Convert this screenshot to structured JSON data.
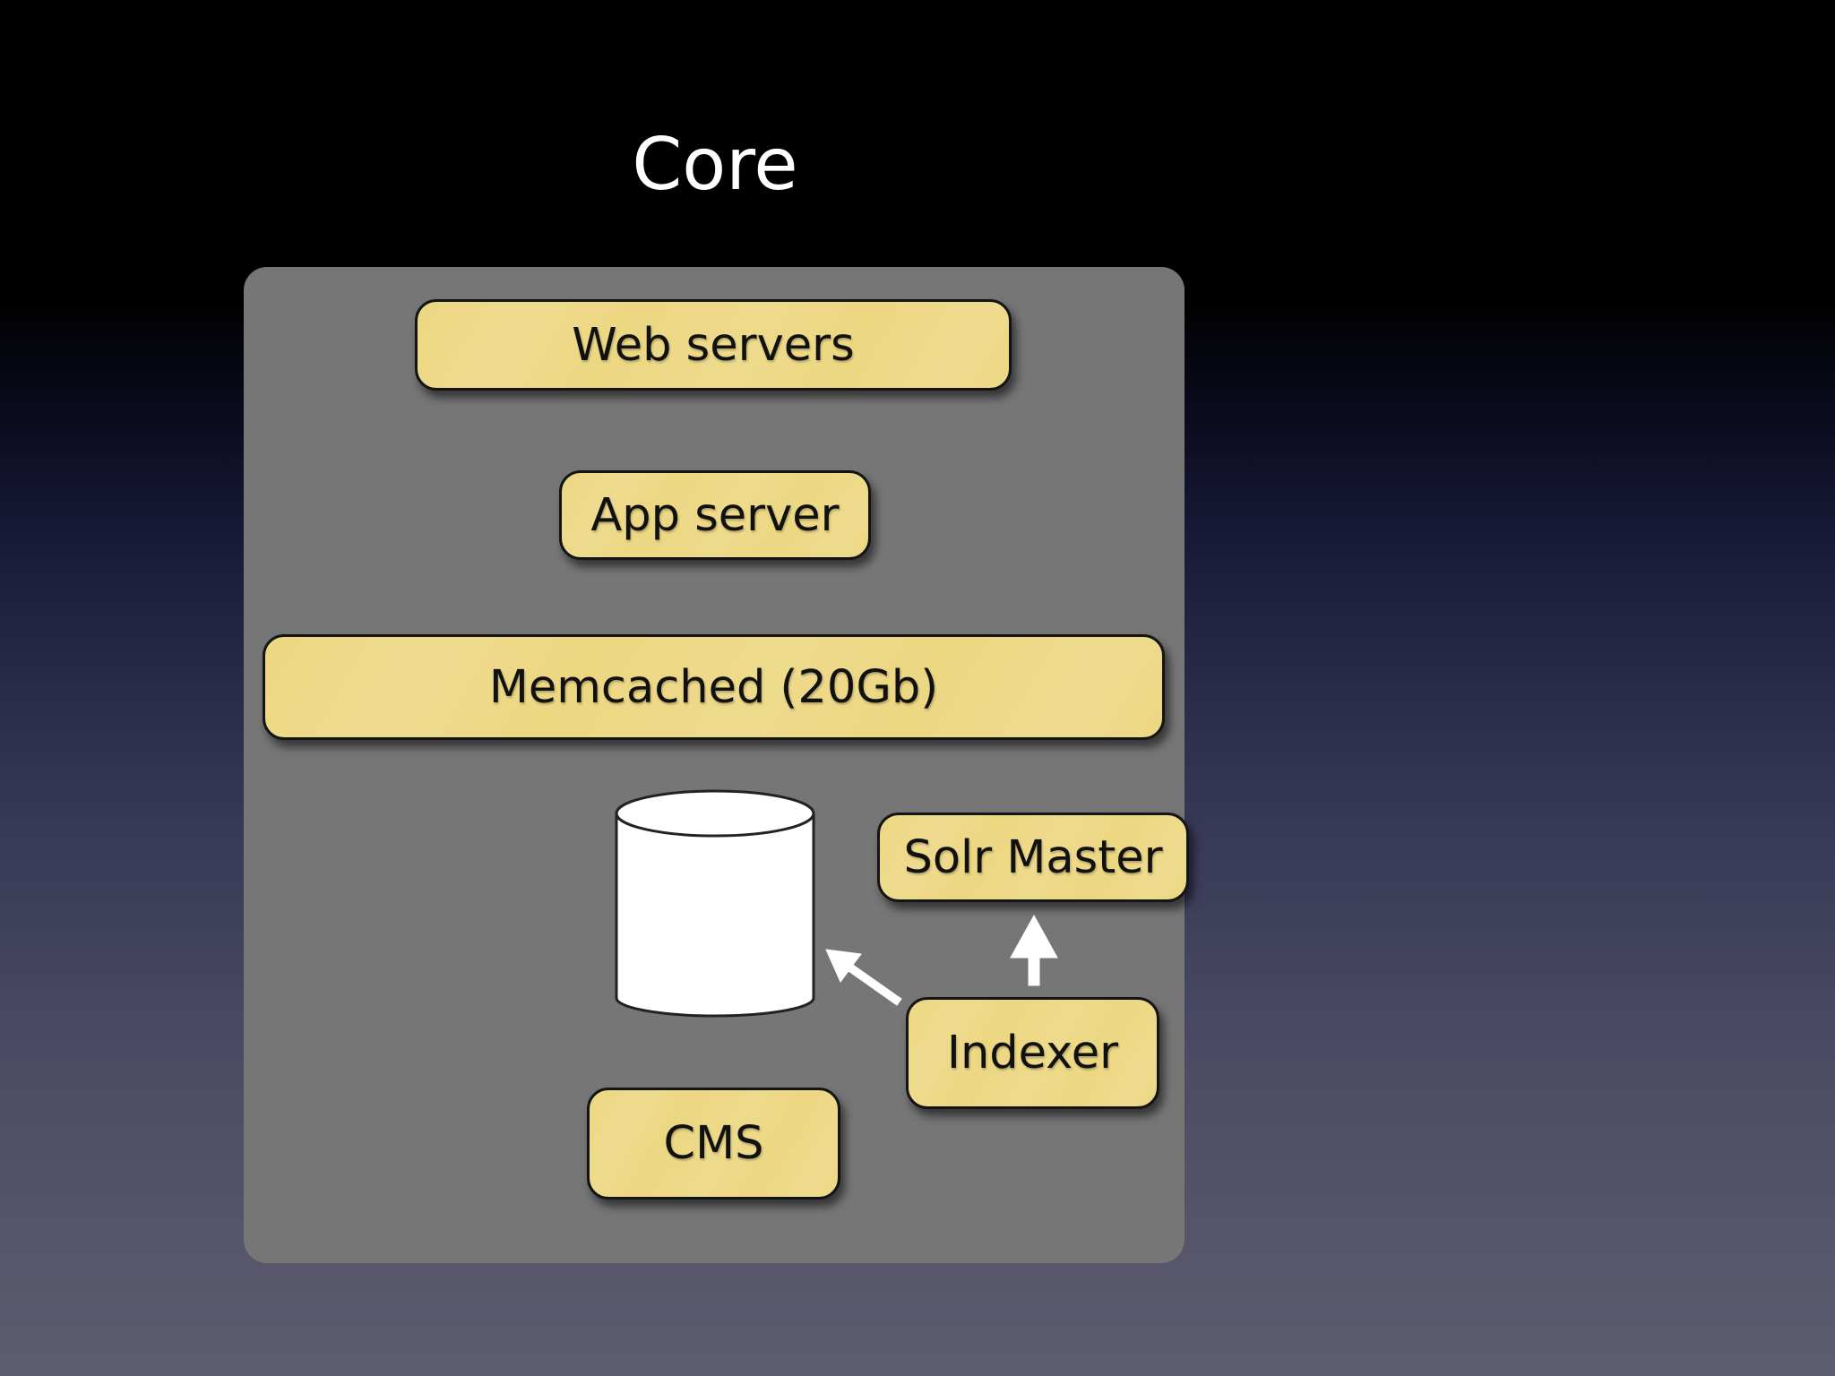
{
  "slide": {
    "title": "Core"
  },
  "diagram": {
    "nodes": {
      "web_servers": "Web servers",
      "app_server": "App server",
      "memcached": "Memcached (20Gb)",
      "solr_master": "Solr Master",
      "indexer": "Indexer",
      "cms": "CMS"
    },
    "edges": [
      {
        "from": "indexer",
        "to": "database"
      },
      {
        "from": "indexer",
        "to": "solr_master"
      }
    ]
  },
  "colors": {
    "node_fill": "#ecd782",
    "panel": "#767676",
    "database": "#ffffff",
    "arrow": "#ffffff"
  }
}
